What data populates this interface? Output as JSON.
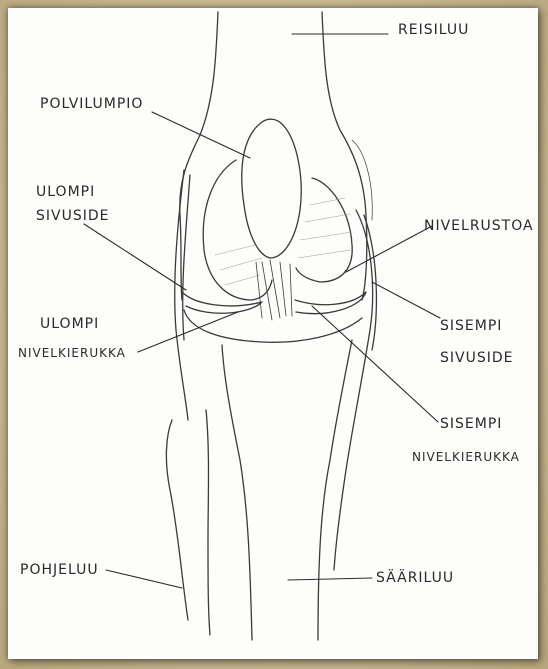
{
  "labels": {
    "reisiluu": "Reisiluu",
    "polvilumpio": "Polvilumpio",
    "ulompi_sivuside_1": "Ulompi",
    "ulompi_sivuside_2": "sivuside",
    "nivelrustoa": "Nivelrustoa",
    "ulompi_nivelkierukka_1": "Ulompi",
    "ulompi_nivelkierukka_2": "nivelkierukka",
    "sisempi_sivuside_1": "Sisempi",
    "sisempi_sivuside_2": "sivuside",
    "sisempi_nivelkierukka_1": "Sisempi",
    "sisempi_nivelkierukka_2": "nivelkierukka",
    "pohjeluu": "Pohjeluu",
    "saariluu": "Sääriluu"
  },
  "colors": {
    "background": "#c9b993",
    "paper": "#fdfdfb",
    "ink": "#2a2a2a"
  }
}
